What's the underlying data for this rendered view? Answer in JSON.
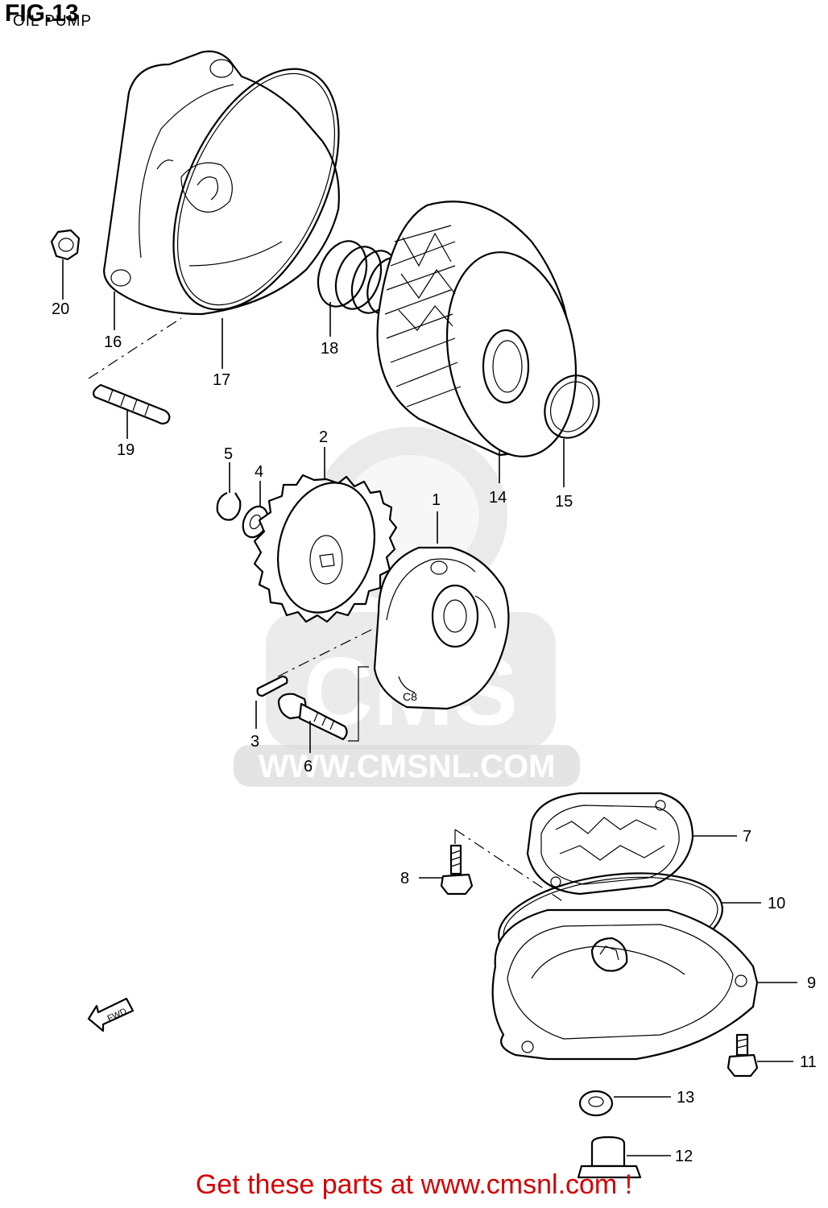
{
  "figure": {
    "title": "FIG.13",
    "subtitle": "OIL PUMP"
  },
  "watermark": {
    "text": "WWW.CMSNL.COM",
    "logo_text": "CMS"
  },
  "callouts": [
    "1",
    "2",
    "3",
    "4",
    "5",
    "6",
    "7",
    "8",
    "9",
    "10",
    "11",
    "12",
    "13",
    "14",
    "15",
    "16",
    "17",
    "18",
    "19",
    "20"
  ],
  "direction_marker": "FWD",
  "footer": {
    "text": "Get these parts at www.cmsnl.com !",
    "color": "#d40000"
  }
}
